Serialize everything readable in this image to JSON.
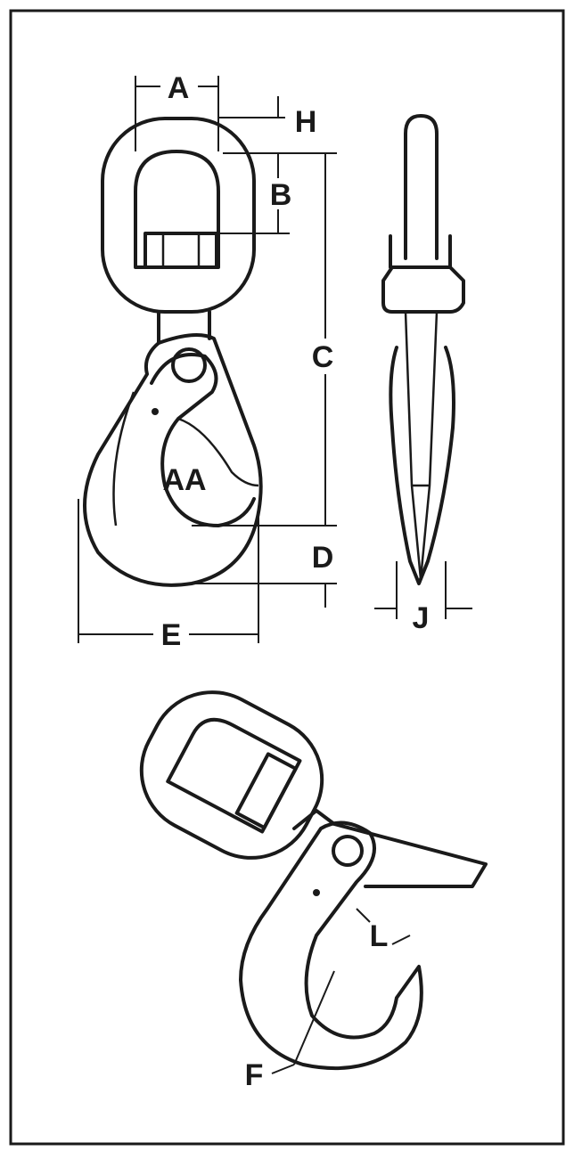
{
  "title": "Swivel hook dimension diagram",
  "labels": {
    "a": "A",
    "h": "H",
    "b": "B",
    "c": "C",
    "aa": "AA",
    "d": "D",
    "e": "E",
    "j": "J",
    "l": "L",
    "f": "F"
  }
}
